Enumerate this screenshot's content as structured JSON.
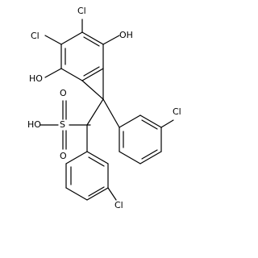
{
  "molecule": {
    "labels": {
      "cl_top": "Cl",
      "cl_left": "Cl",
      "oh_top_right": "OH",
      "ho_left": "HO",
      "ho_sulfonic": "HO",
      "s": "S",
      "o_top": "O",
      "o_bottom": "O",
      "cl_right_ring": "Cl",
      "cl_bottom_ring": "Cl"
    }
  }
}
